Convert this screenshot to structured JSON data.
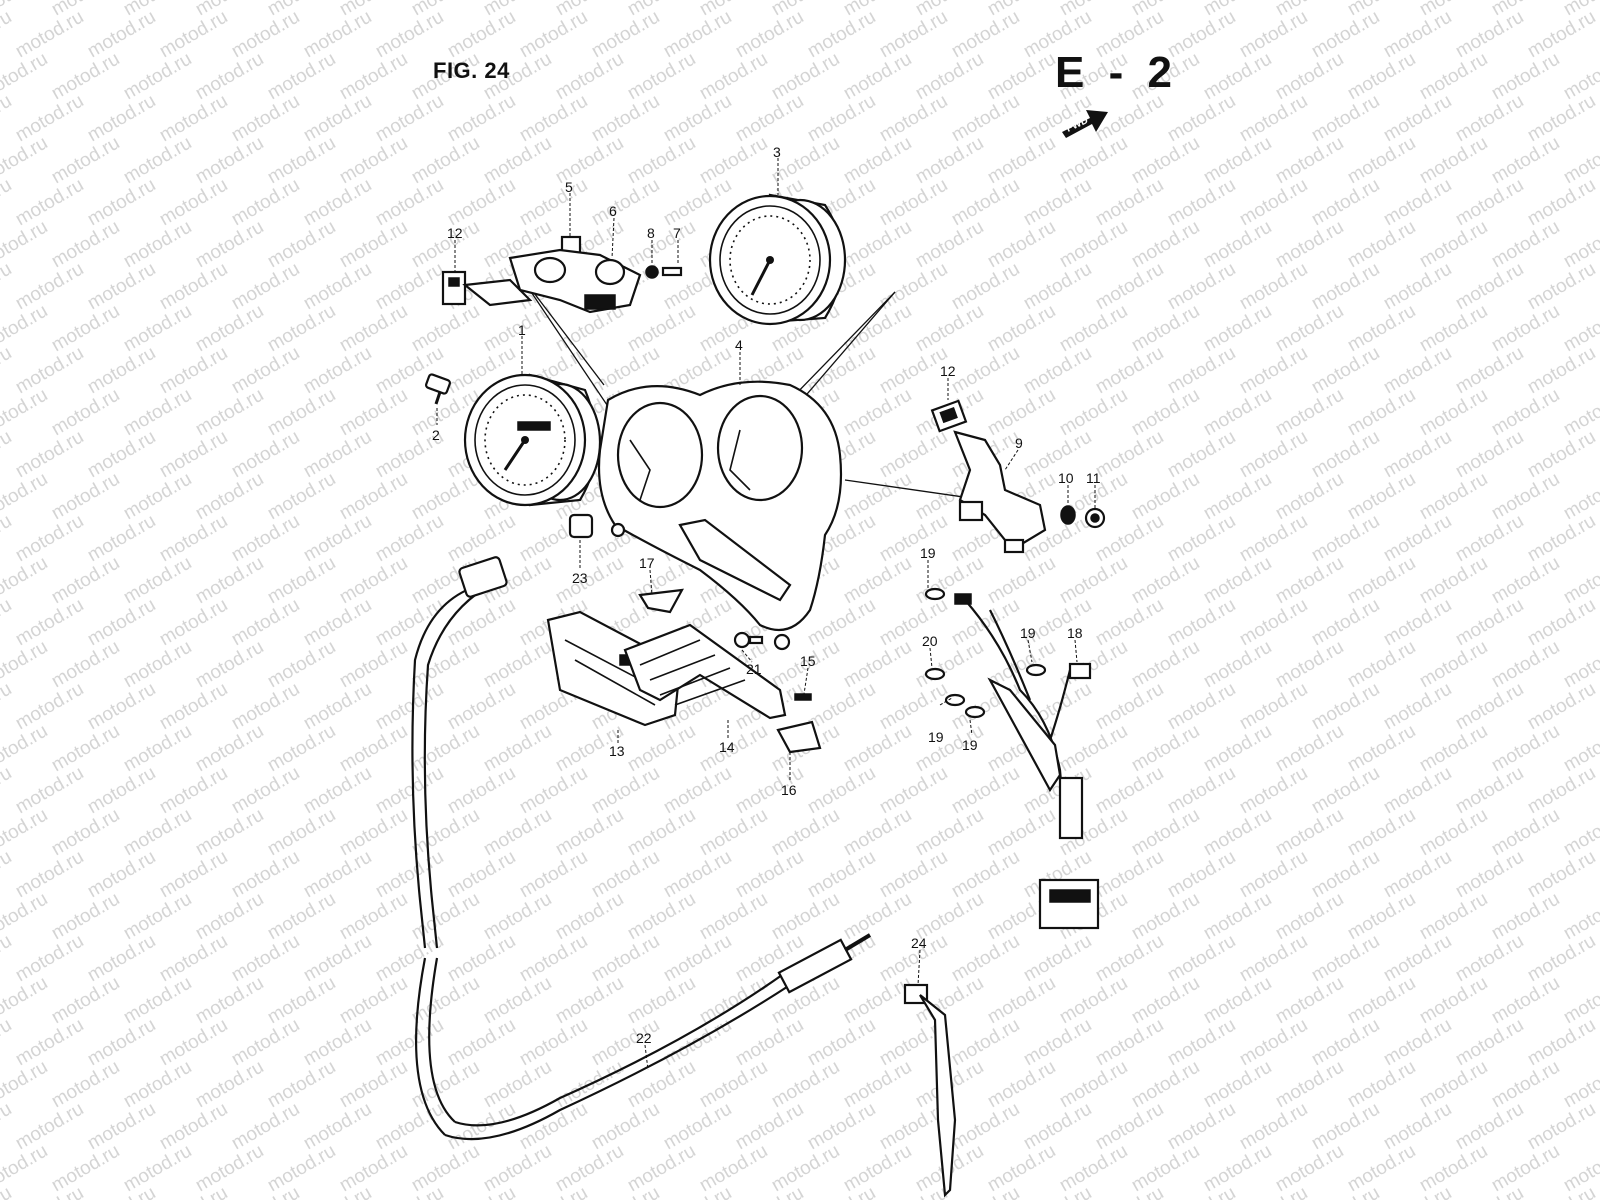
{
  "figure": {
    "title": "FIG. 24",
    "section_code": "E - 2",
    "direction_label": "FWD"
  },
  "watermark": {
    "text": "motod.ru"
  },
  "callouts": [
    {
      "id": "c1",
      "text": "1"
    },
    {
      "id": "c2",
      "text": "2"
    },
    {
      "id": "c3",
      "text": "3"
    },
    {
      "id": "c4",
      "text": "4"
    },
    {
      "id": "c5",
      "text": "5"
    },
    {
      "id": "c6",
      "text": "6"
    },
    {
      "id": "c7",
      "text": "7"
    },
    {
      "id": "c8",
      "text": "8"
    },
    {
      "id": "c9",
      "text": "9"
    },
    {
      "id": "c10",
      "text": "10"
    },
    {
      "id": "c11",
      "text": "11"
    },
    {
      "id": "c12a",
      "text": "12"
    },
    {
      "id": "c12b",
      "text": "12"
    },
    {
      "id": "c13",
      "text": "13"
    },
    {
      "id": "c14",
      "text": "14"
    },
    {
      "id": "c15",
      "text": "15"
    },
    {
      "id": "c16",
      "text": "16"
    },
    {
      "id": "c17",
      "text": "17"
    },
    {
      "id": "c18",
      "text": "18"
    },
    {
      "id": "c19a",
      "text": "19"
    },
    {
      "id": "c19b",
      "text": "19"
    },
    {
      "id": "c19c",
      "text": "19"
    },
    {
      "id": "c19d",
      "text": "19"
    },
    {
      "id": "c20",
      "text": "20"
    },
    {
      "id": "c21",
      "text": "21"
    },
    {
      "id": "c22",
      "text": "22"
    },
    {
      "id": "c23",
      "text": "23"
    },
    {
      "id": "c24",
      "text": "24"
    }
  ]
}
